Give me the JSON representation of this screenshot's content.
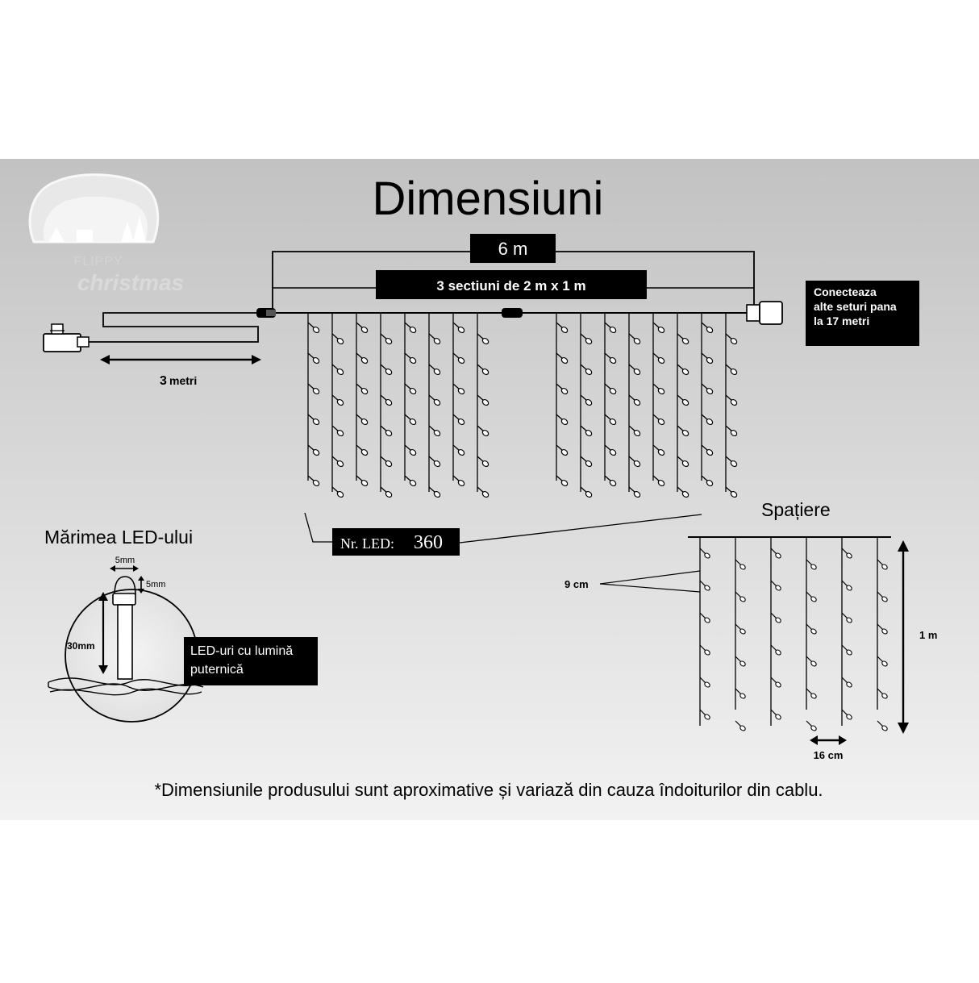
{
  "title": "Dimensiuni",
  "logo": {
    "line1": "FLIPPY",
    "line2": "christmas"
  },
  "total_width": "6 m",
  "sections": "3 sectiuni de 2 m x 1 m",
  "connect_note": [
    "Conecteaza",
    "alte seturi pana",
    "la 17 metri"
  ],
  "lead_cable": {
    "number": "3",
    "unit": "metri"
  },
  "led_count": {
    "label": "Nr. LED:",
    "value": "360"
  },
  "led_size": {
    "title": "Mărimea LED-ului",
    "width": "5mm",
    "head": "5mm",
    "height": "30mm",
    "callout": [
      "LED-uri cu lumină",
      "puternică"
    ]
  },
  "spacing": {
    "title": "Spațiere",
    "vertical": "9 cm",
    "height": "1 m",
    "horizontal": "16 cm"
  },
  "footnote": "*Dimensiunile produsului sunt aproximative și variază din cauza îndoiturilor din cablu.",
  "colors": {
    "panel": "#c8c8c8",
    "ink": "#000000",
    "label_bg": "#000000",
    "label_text": "#ffffff"
  }
}
